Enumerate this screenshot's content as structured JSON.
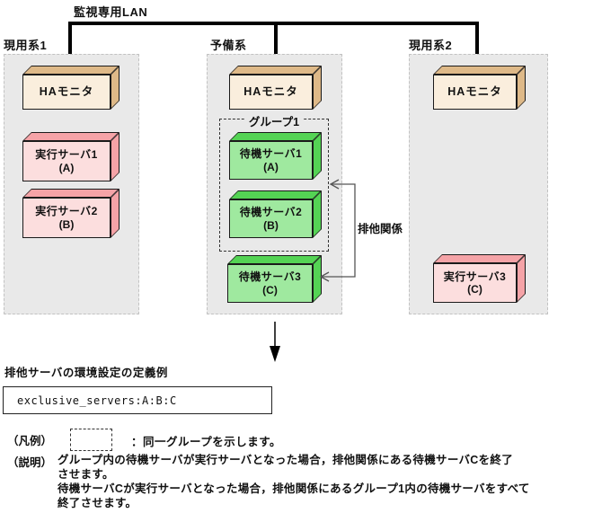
{
  "lan": {
    "label": "監視専用LAN"
  },
  "systems": [
    {
      "label": "現用系1",
      "ha": "HAモニタ",
      "servers": [
        {
          "name": "実行サーバ1",
          "id": "(A)"
        },
        {
          "name": "実行サーバ2",
          "id": "(B)"
        }
      ]
    },
    {
      "label": "予備系",
      "ha": "HAモニタ",
      "group_label": "グループ1",
      "servers": [
        {
          "name": "待機サーバ1",
          "id": "(A)"
        },
        {
          "name": "待機サーバ2",
          "id": "(B)"
        },
        {
          "name": "待機サーバ3",
          "id": "(C)"
        }
      ]
    },
    {
      "label": "現用系2",
      "ha": "HAモニタ",
      "servers": [
        {
          "name": "実行サーバ3",
          "id": "(C)"
        }
      ]
    }
  ],
  "exclusion_label": "排他関係",
  "definition": {
    "title": "排他サーバの環境設定の定義例",
    "code": "exclusive_servers:A:B:C"
  },
  "legend": {
    "prefix": "（凡例）",
    "text": "：同一グループを示します。"
  },
  "explanation": {
    "prefix": "（説明）",
    "lines": [
      "グループ内の待機サーバが実行サーバとなった場合，排他関係にある待機サーバCを終了",
      "させます。",
      "待機サーバCが実行サーバとなった場合，排他関係にあるグループ1内の待機サーバをすべて",
      "終了させます。"
    ]
  },
  "colors": {
    "ha_box_front": "#faeedd",
    "ha_box_side": "#deb988",
    "exec_server_front": "#fcdede",
    "exec_server_side": "#f5a3a7",
    "standby_server_front": "#9fe99f",
    "standby_server_side": "#54d354",
    "host_panel_bg": "#e9e9e9",
    "connector_gray": "#555555"
  }
}
